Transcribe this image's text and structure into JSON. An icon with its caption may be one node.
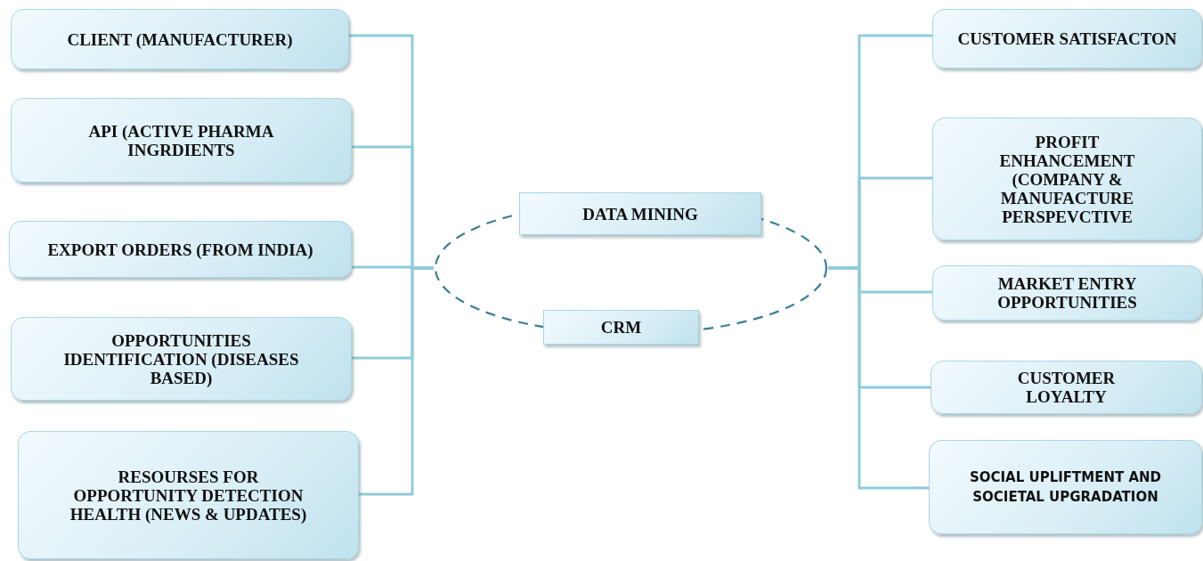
{
  "diagram": {
    "nodes": [
      {
        "text": [
          "CLIENT (MANUFACTURER)"
        ]
      },
      {
        "text": [
          "API (ACTIVE PHARMA INGRDIENTS"
        ]
      },
      {
        "text": [
          "EXPORT ORDERS (FROM INDIA)"
        ]
      },
      {
        "text": [
          "OPPORTUNITIES IDENTIFICATION (DISEASES BASED)"
        ]
      },
      {
        "text": [
          "RESOURSES FOR OPPORTUNITY DETECTION HEALTH (NEWS & UPDATES)"
        ]
      },
      {
        "text": [],
        "shape": "circle"
      },
      {
        "text": [
          "DATA MINING"
        ]
      },
      {
        "text": [
          "CRM"
        ]
      },
      {
        "text": [
          "CUSTOMER SATISFACTON"
        ]
      },
      {
        "text": [
          "PROFIT ENHANCEMENT (COMPANY & MANUFACTURE PERSPEVCTIVE"
        ]
      },
      {
        "text": [
          "MARKET ENTRY OPPORTUNITIES"
        ]
      },
      {
        "text": [
          "CUSTOMER LOYALTY"
        ]
      },
      {
        "text": [
          "SOCIAL UPLIFTMENT AND SOCIETAL UPGRADATION"
        ]
      }
    ],
    "edges": [
      {
        "from": 0,
        "to": 5,
        "arrow": "none"
      },
      {
        "from": 1,
        "to": 5,
        "arrow": "none"
      },
      {
        "from": 2,
        "to": 5,
        "arrow": "none"
      },
      {
        "from": 3,
        "to": 5,
        "arrow": "none"
      },
      {
        "from": 4,
        "to": 5,
        "arrow": "none"
      },
      {
        "from": 5,
        "to": 8,
        "arrow": "none"
      },
      {
        "from": 5,
        "to": 9,
        "arrow": "none"
      },
      {
        "from": 5,
        "to": 10,
        "arrow": "none"
      },
      {
        "from": 5,
        "to": 11,
        "arrow": "none"
      },
      {
        "from": 5,
        "to": 12,
        "arrow": "none"
      }
    ]
  }
}
